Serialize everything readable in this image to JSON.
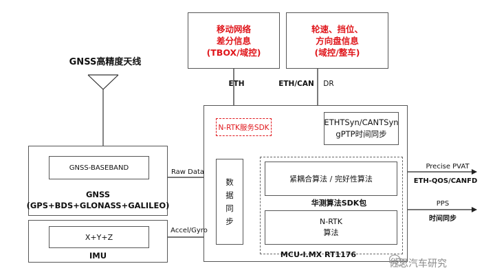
{
  "antenna": {
    "label": "GNSS高精度天线"
  },
  "tbox": {
    "text": "移动网络\n差分信息\n(TBOX/域控)"
  },
  "wheel": {
    "text": "轮速、挡位、\n方向盘信息\n(域控/整车)"
  },
  "eth_label": "ETH",
  "ethcan_label": "ETH/CAN",
  "dr_label": "DR",
  "nrtk_service": "N-RTK服务SDK",
  "timesync": "ETHTSyn/CANTSyn\ngPTP时间同步",
  "gnss": {
    "baseband": "GNSS-BASEBAND",
    "title": "GNSS",
    "systems": "(GPS+BDS+GLONASS+GALILEO)"
  },
  "imu": {
    "axes": "X+Y+Z",
    "title": "IMU"
  },
  "raw_data": "Raw Data",
  "accel_gyro": "Accel/Gyro",
  "sync": "数\n据\n同\n步",
  "tight": "紧耦合算法 /  完好性算法",
  "sdk_pkg": "华测算法SDK包",
  "nrtk_algo": "N-RTK\n算法",
  "mcu": "MCU-I.MX RT1176",
  "outputs": {
    "pvat": "Precise PVAT",
    "eth_qos": "ETH-QOS/CANFD",
    "pps": "PPS",
    "timesync_label": "时间同步"
  },
  "watermark": "佐思汽车研究",
  "colors": {
    "accent": "#e0161b",
    "line": "#333333",
    "border": "#555555"
  }
}
